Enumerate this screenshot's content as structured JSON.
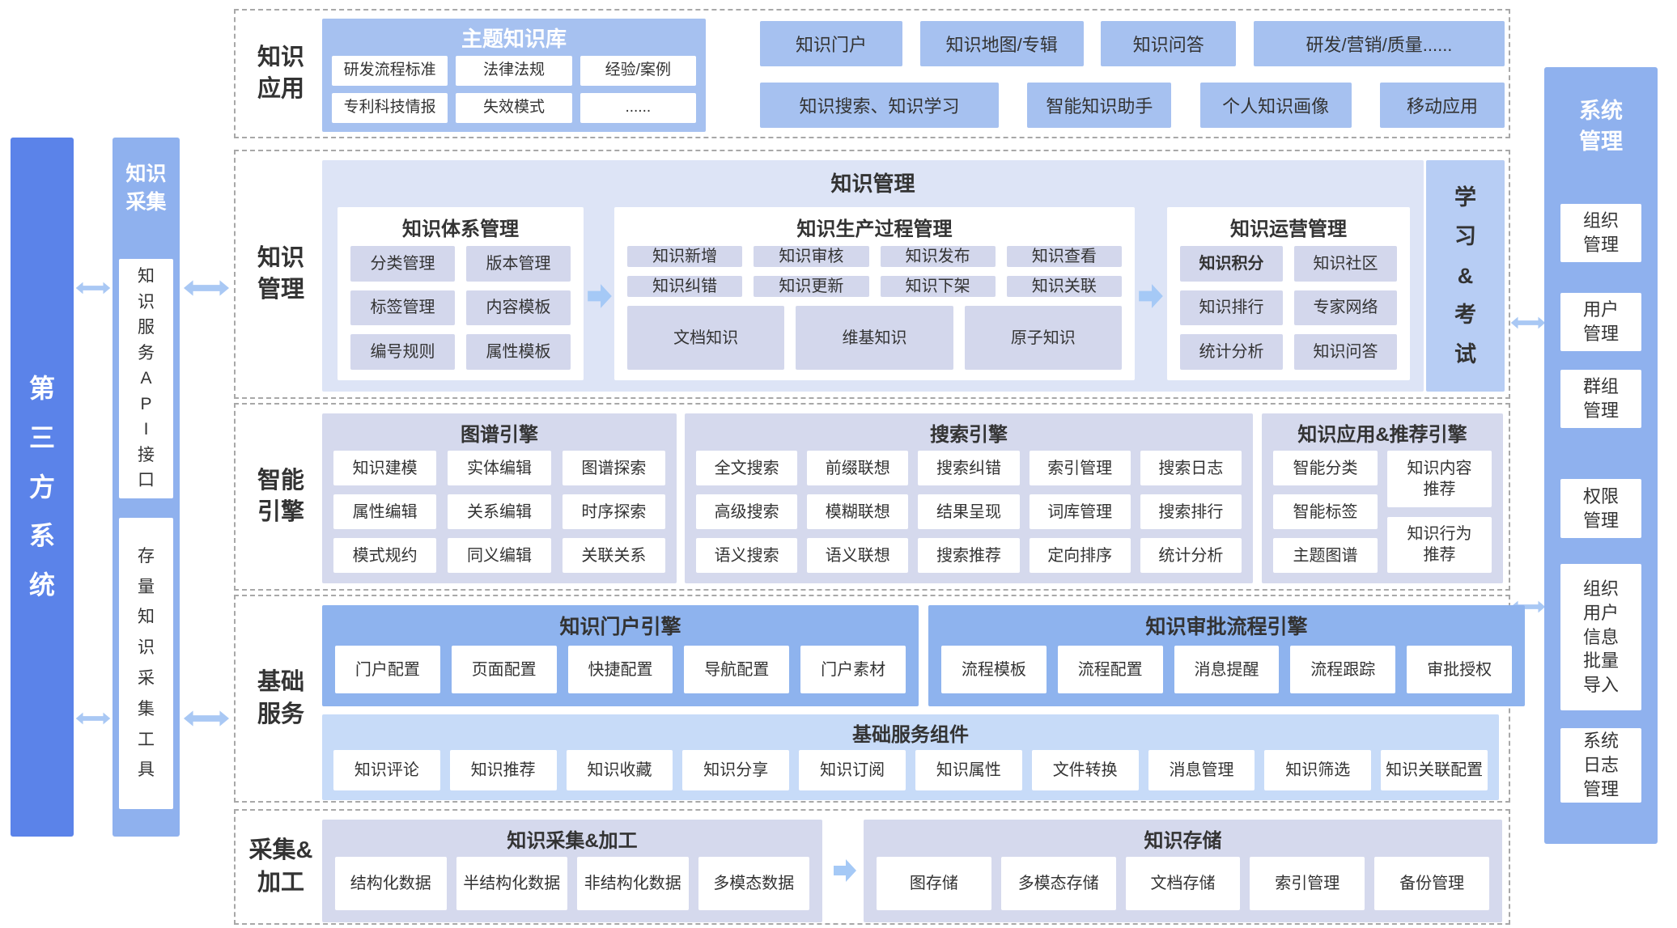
{
  "colors": {
    "deep_blue": "#5b83e9",
    "column_blue": "#8fb1ee",
    "tile_blue": "#a6c1f0",
    "engine_header_blue": "#8eb3ee",
    "pale_blue": "#c7dbf8",
    "lavender": "#d5d9ed",
    "panel_bg": "#dde4f6",
    "chip_lavender": "#d3d7ec",
    "side_box_blue": "#b7cdf4",
    "arrow_blue": "#a9c8f4",
    "dashed_border": "#a8a8a8",
    "text": "#333333"
  },
  "left": {
    "third_party": {
      "label": "第\n三\n方\n系\n统"
    },
    "collection": {
      "title": "知识\n采集",
      "api_box": "知\n识\n服\n务\nA\nP\nI\n接\n口",
      "tool_box": "存\n量\n知\n识\n采\n集\n工\n具"
    }
  },
  "right_panel": {
    "title": "系统\n管理",
    "items": [
      "组织\n管理",
      "用户\n管理",
      "群组\n管理",
      "权限\n管理",
      "组织\n用户\n信息\n批量\n导入",
      "系统\n日志\n管理"
    ]
  },
  "sections": {
    "app": {
      "label": "知识\n应用",
      "topic": {
        "title": "主题知识库",
        "items": [
          "研发流程标准",
          "法律法规",
          "经验/案例",
          "专利科技情报",
          "失效模式",
          "......"
        ]
      },
      "row1": [
        "知识门户",
        "知识地图/专辑",
        "知识问答",
        "研发/营销/质量......"
      ],
      "row2": [
        "知识搜索、知识学习",
        "智能知识助手",
        "个人知识画像",
        "移动应用"
      ]
    },
    "mgmt": {
      "label": "知识\n管理",
      "box_title": "知识管理",
      "side_label": "学\n习\n&\n考\n试",
      "system": {
        "title": "知识体系管理",
        "items": [
          "分类管理",
          "版本管理",
          "标签管理",
          "内容模板",
          "编号规则",
          "属性模板"
        ]
      },
      "production": {
        "title": "知识生产过程管理",
        "items": [
          "知识新增",
          "知识审核",
          "知识发布",
          "知识查看",
          "知识纠错",
          "知识更新",
          "知识下架",
          "知识关联"
        ],
        "wide_items": [
          "文档知识",
          "维基知识",
          "原子知识"
        ]
      },
      "operation": {
        "title": "知识运营管理",
        "items": [
          "知识积分",
          "知识社区",
          "知识排行",
          "专家网络",
          "统计分析",
          "知识问答"
        ]
      }
    },
    "engine": {
      "label": "智能\n引擎",
      "graph": {
        "title": "图谱引擎",
        "items": [
          "知识建模",
          "实体编辑",
          "图谱探索",
          "属性编辑",
          "关系编辑",
          "时序探索",
          "模式规约",
          "同义编辑",
          "关联关系"
        ]
      },
      "search": {
        "title": "搜索引擎",
        "items": [
          "全文搜索",
          "前缀联想",
          "搜索纠错",
          "索引管理",
          "搜索日志",
          "高级搜索",
          "模糊联想",
          "结果呈现",
          "词库管理",
          "搜索排行",
          "语义搜索",
          "语义联想",
          "搜索推荐",
          "定向排序",
          "统计分析"
        ]
      },
      "reco": {
        "title": "知识应用&推荐引擎",
        "left_items": [
          "智能分类",
          "智能标签",
          "主题图谱"
        ],
        "right_items": [
          "知识内容\n推荐",
          "知识行为\n推荐"
        ]
      }
    },
    "base": {
      "label": "基础\n服务",
      "portal": {
        "title": "知识门户引擎",
        "items": [
          "门户配置",
          "页面配置",
          "快捷配置",
          "导航配置",
          "门户素材"
        ]
      },
      "approval": {
        "title": "知识审批流程引擎",
        "items": [
          "流程模板",
          "流程配置",
          "消息提醒",
          "流程跟踪",
          "审批授权"
        ]
      },
      "components": {
        "title": "基础服务组件",
        "items": [
          "知识评论",
          "知识推荐",
          "知识收藏",
          "知识分享",
          "知识订阅",
          "知识属性",
          "文件转换",
          "消息管理",
          "知识筛选",
          "知识关联配置"
        ]
      }
    },
    "collect": {
      "label": "采集&\n加工",
      "processing": {
        "title": "知识采集&加工",
        "items": [
          "结构化数据",
          "半结构化数据",
          "非结构化数据",
          "多模态数据"
        ]
      },
      "storage": {
        "title": "知识存储",
        "items": [
          "图存储",
          "多模态存储",
          "文档存储",
          "索引管理",
          "备份管理"
        ]
      }
    }
  }
}
